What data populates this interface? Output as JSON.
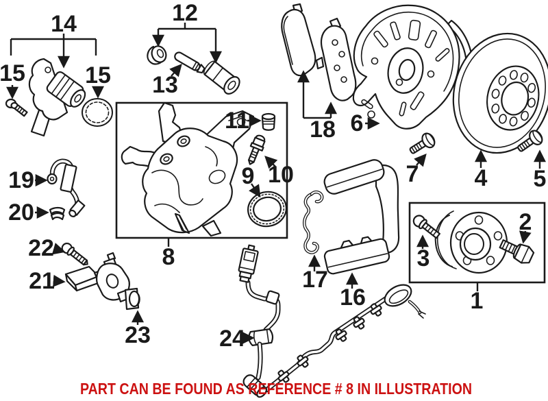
{
  "colors": {
    "background": "#ffffff",
    "line": "#1a1a1a",
    "caption_red": "#cc1212"
  },
  "callouts": {
    "part1": "1",
    "part2": "2",
    "part3": "3",
    "part4": "4",
    "part5": "5",
    "part6": "6",
    "part7": "7",
    "part8": "8",
    "part9": "9",
    "part10": "10",
    "part11": "11",
    "part12": "12",
    "part13": "13",
    "part14": "14",
    "part15_left": "15",
    "part15_right": "15",
    "part16": "16",
    "part17": "17",
    "part18": "18",
    "part19": "19",
    "part20": "20",
    "part21": "21",
    "part22": "22",
    "part23": "23",
    "part24": "24"
  },
  "caption": {
    "text": "PART CAN BE FOUND AS REFERENCE # 8 IN ILLUSTRATION"
  }
}
